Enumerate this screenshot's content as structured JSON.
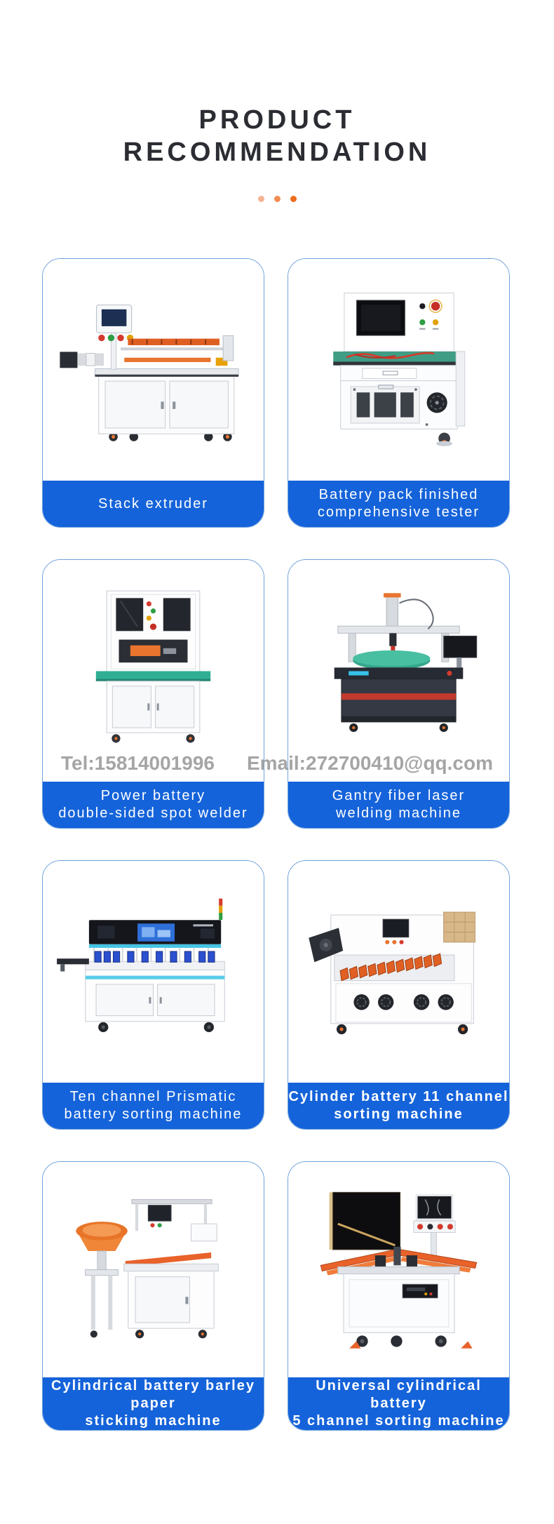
{
  "theme": {
    "label_bg": "#1563da",
    "card_border": "#70a3dc",
    "title_color": "#2b2d33",
    "dot_colors": [
      "#f5b593",
      "#f28c52",
      "#ec6c1c"
    ],
    "watermark_color": "#8f8f8f"
  },
  "header": {
    "title_line1": "PRODUCT",
    "title_line2": "RECOMMENDATION"
  },
  "watermark": {
    "tel": "Tel:15814001996",
    "email": "Email:272700410@qq.com"
  },
  "products": [
    {
      "image": "stack-extruder-machine-photo",
      "label_lines": [
        "Stack extruder"
      ]
    },
    {
      "image": "battery-pack-comprehensive-tester-photo",
      "label_lines": [
        "Battery pack finished",
        "comprehensive tester"
      ]
    },
    {
      "image": "power-battery-double-sided-spot-welder-photo",
      "label_lines": [
        "Power battery",
        "double-sided spot welder"
      ]
    },
    {
      "image": "gantry-fiber-laser-welding-machine-photo",
      "label_lines": [
        "Gantry fiber laser",
        "welding machine"
      ]
    },
    {
      "image": "ten-channel-prismatic-battery-sorting-machine-photo",
      "label_lines": [
        "Ten channel Prismatic",
        "battery sorting machine"
      ]
    },
    {
      "image": "cylinder-battery-11-channel-sorting-machine-photo",
      "label_lines": [
        "Cylinder battery 11 channel",
        "sorting machine"
      ]
    },
    {
      "image": "cylindrical-battery-barley-paper-sticking-machine-photo",
      "label_lines": [
        "Cylindrical battery barley paper",
        "sticking machine"
      ]
    },
    {
      "image": "universal-cylindrical-battery-5-channel-sorting-machine-photo",
      "label_lines": [
        "Universal cylindrical battery",
        "5 channel sorting machine"
      ]
    }
  ]
}
